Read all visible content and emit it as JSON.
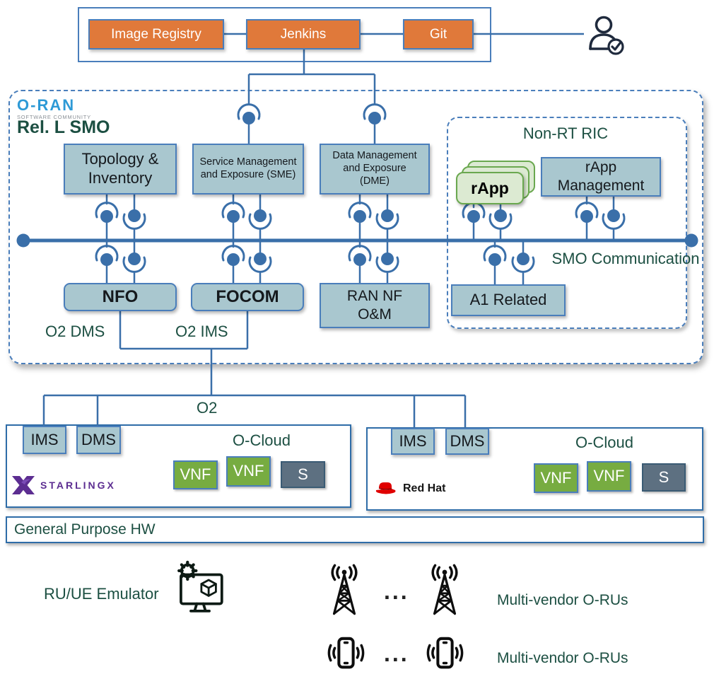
{
  "colors": {
    "line_blue": "#3A6FA9",
    "border_blue": "#4A7EBB",
    "teal_fill": "#A9C7CF",
    "orange_fill": "#E0793A",
    "dark_green_text": "#1C4F42",
    "rapp_green_fill": "#DCEAD2",
    "rapp_green_border": "#6AA84F",
    "vnf_green": "#77AC41",
    "s_slate": "#5D7081",
    "oran_logo_blue": "#2E9AD6",
    "starlingx_purple": "#5C2D91",
    "redhat_red": "#E00000",
    "icon_dark": "#1F2A3D"
  },
  "cicd": {
    "image_registry": "Image Registry",
    "jenkins": "Jenkins",
    "git": "Git"
  },
  "smo": {
    "logo": "O-RAN",
    "logo_sub": "SOFTWARE COMMUNITY",
    "release": "Rel. L SMO",
    "topology": "Topology & Inventory",
    "sme": "Service Management and Exposure (SME)",
    "dme": "Data Management and Exposure (DME)",
    "nfo": "NFO",
    "focom": "FOCOM",
    "ran_nf_om": "RAN NF O&M",
    "o2_dms": "O2 DMS",
    "o2_ims": "O2 IMS",
    "bus_label": "SMO Communication"
  },
  "nonrt": {
    "title": "Non-RT RIC",
    "rapp": "rApp",
    "rapp_mgmt": "rApp Management",
    "a1": "A1 Related"
  },
  "o2_label": "O2",
  "oclouds": [
    {
      "ims": "IMS",
      "dms": "DMS",
      "title": "O-Cloud",
      "vendor": "STARLINGX",
      "vnf1": "VNF",
      "vnf2": "VNF",
      "s": "S"
    },
    {
      "ims": "IMS",
      "dms": "DMS",
      "title": "O-Cloud",
      "vendor": "Red Hat",
      "vnf1": "VNF",
      "vnf2": "VNF",
      "s": "S"
    }
  ],
  "hw_label": "General Purpose HW",
  "bottom": {
    "emulator": "RU/UE Emulator",
    "dots1": "...",
    "dots2": "...",
    "orus_label": "Multi-vendor O-RUs",
    "ues_label": "Multi-vendor O-RUs"
  }
}
